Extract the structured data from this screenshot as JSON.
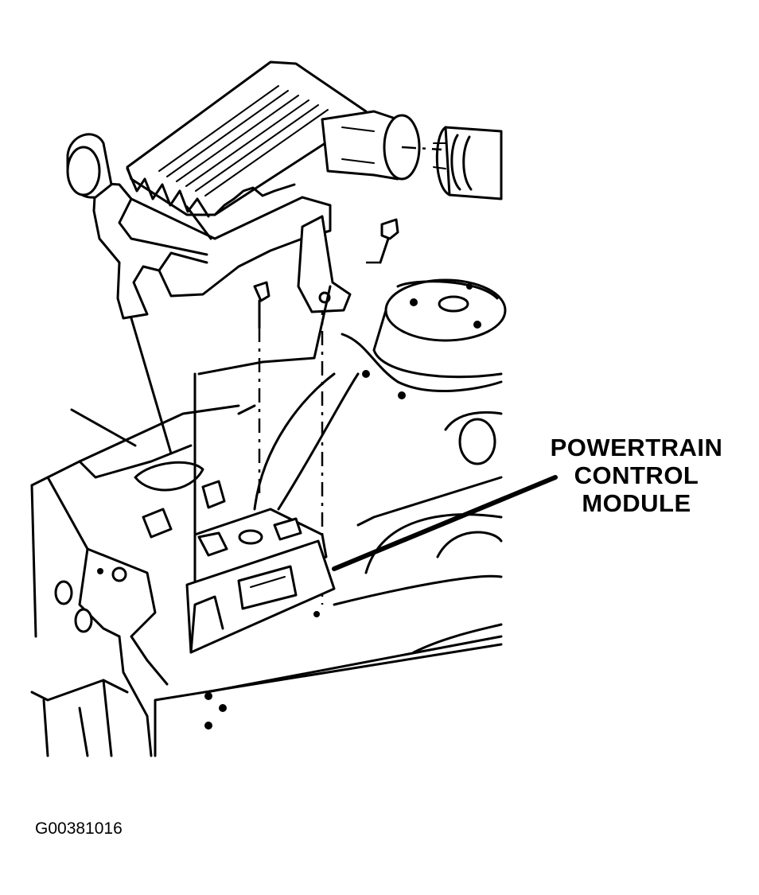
{
  "callout": {
    "lines": [
      "POWERTRAIN",
      "CONTROL",
      "MODULE"
    ]
  },
  "figure_id": "G00381016",
  "icons": [
    "air-cleaner-housing",
    "intake-duct",
    "mounting-bolt",
    "strut-tower",
    "powertrain-control-module",
    "fender-apron"
  ]
}
